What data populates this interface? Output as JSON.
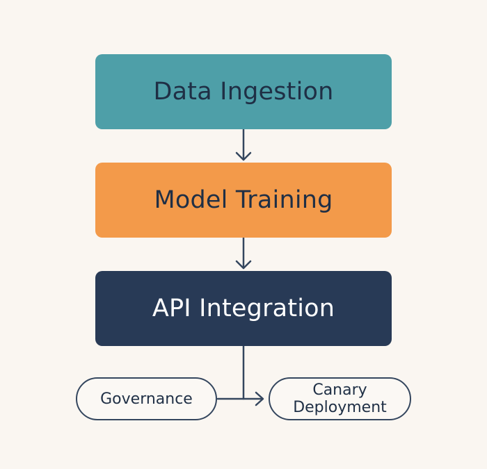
{
  "colors": {
    "background": "#faf6f1",
    "data_ingestion_fill": "#4e9fa8",
    "model_training_fill": "#f39a4a",
    "api_integration_fill": "#283a56",
    "dark_text": "#1f2f45",
    "light_text": "#ffffff",
    "connector": "#34465e"
  },
  "stages": {
    "data_ingestion": "Data Ingestion",
    "model_training": "Model Training",
    "api_integration": "API Integration"
  },
  "branches": {
    "governance": "Governance",
    "canary_line1": "Canary",
    "canary_line2": "Deployment"
  }
}
